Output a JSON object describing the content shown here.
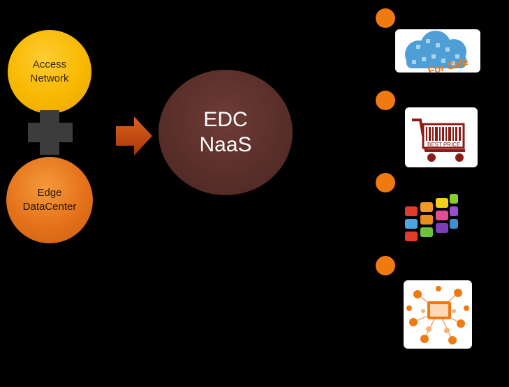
{
  "left": {
    "access_network": {
      "line1": "Access",
      "line2": "Network"
    },
    "edge_datacenter": {
      "line1": "Edge",
      "line2": "DataCenter"
    },
    "combine_symbol": "plus-icon"
  },
  "center": {
    "line1": "EDC",
    "line2": "NaaS"
  },
  "arrow": "right-arrow-icon",
  "right_items": [
    {
      "icon": "cloud-for-sale-icon",
      "badge_text": "For Sale"
    },
    {
      "icon": "shopping-cart-best-price-icon",
      "badge_text": "BEST PRICE"
    },
    {
      "icon": "app-tiles-icon"
    },
    {
      "icon": "cloud-services-network-icon"
    }
  ],
  "colors": {
    "background": "#000000",
    "access": "#f8b800",
    "edge": "#e4711a",
    "center": "#5a2f2a",
    "accent_dot": "#f07a12",
    "arrow": "#c0450e"
  }
}
